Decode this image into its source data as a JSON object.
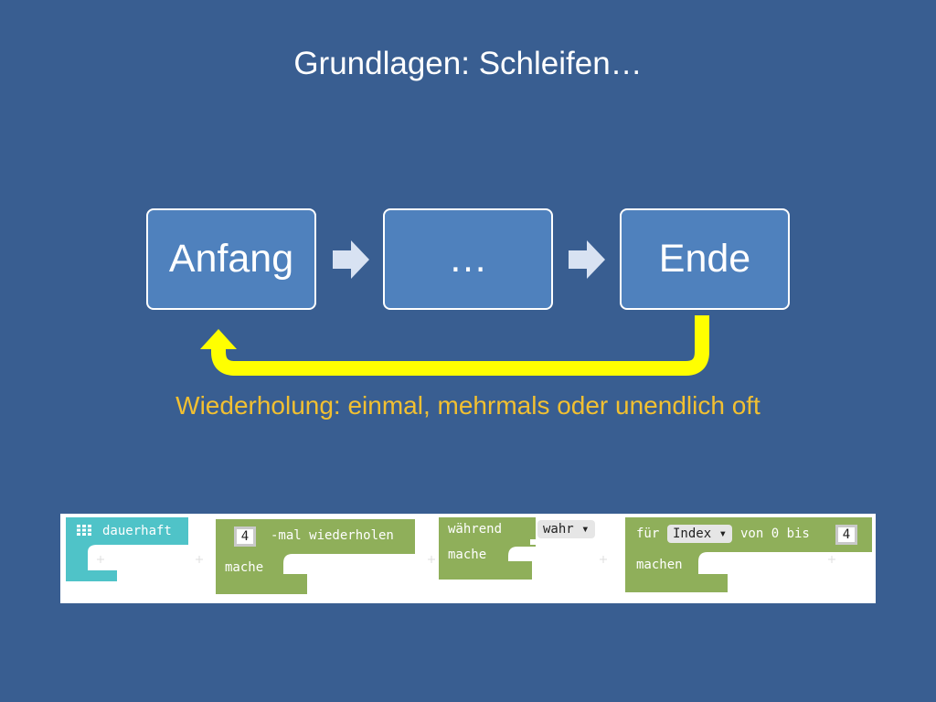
{
  "slide": {
    "title": "Grundlagen: Schleifen…",
    "caption": "Wiederholung: einmal, mehrmals oder unendlich oft"
  },
  "flow": {
    "nodes": [
      "Anfang",
      "…",
      "Ende"
    ],
    "arrow_color": "#D8E2F2",
    "loop_color": "#FFFF00"
  },
  "blocks": {
    "forever": {
      "label": "dauerhaft",
      "icon": "grid-icon",
      "color": "#4FC3C8"
    },
    "repeat": {
      "count": "4",
      "label": "-mal wiederholen",
      "body": "mache",
      "color": "#8FAF5A"
    },
    "while": {
      "label": "während",
      "condition": "wahr ▾",
      "body": "mache",
      "color": "#8FAF5A"
    },
    "for": {
      "label_for": "für",
      "variable": "Index ▾",
      "label_range": "von 0 bis",
      "end": "4",
      "body": "machen",
      "color": "#8FAF5A"
    }
  },
  "colors": {
    "background": "#395E91",
    "box_fill": "#4F81BD",
    "caption": "#F2C031"
  }
}
